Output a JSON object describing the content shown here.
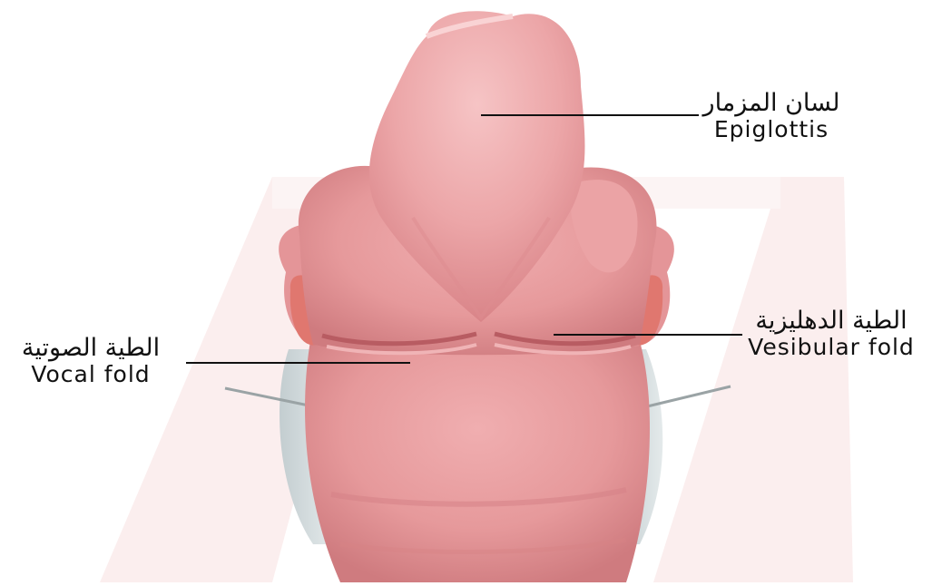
{
  "labels": {
    "epiglottis": {
      "arabic": "لسان المزمار",
      "english": "Epiglottis"
    },
    "vestibular_fold": {
      "arabic": "الطية الدهليزية",
      "english": "Vesibular fold"
    },
    "vocal_fold": {
      "arabic": "الطية الصوتية",
      "english": "Vocal fold"
    }
  },
  "colors": {
    "tissue_main": "#e89a9c",
    "tissue_light": "#f3b9bb",
    "tissue_dark": "#c8686d",
    "cartilage_gray": "#cdd6d8",
    "watermark": "#fbeeee",
    "leader_line": "#111111"
  }
}
